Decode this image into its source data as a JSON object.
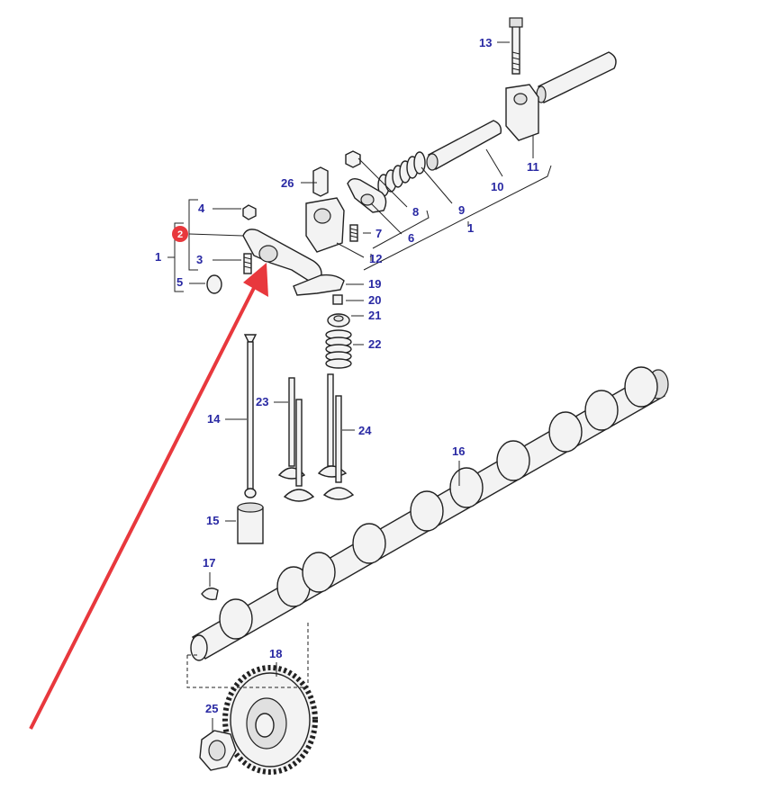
{
  "colors": {
    "label": "#2929a3",
    "highlight": "#e8383d",
    "arrow": "#e8383d",
    "line": "#222222"
  },
  "labels": {
    "p1a": "1",
    "p1b": "1",
    "p2": "2",
    "p3": "3",
    "p4": "4",
    "p5": "5",
    "p6": "6",
    "p7": "7",
    "p8": "8",
    "p9": "9",
    "p10": "10",
    "p11": "11",
    "p12": "12",
    "p13": "13",
    "p14": "14",
    "p15": "15",
    "p16": "16",
    "p17": "17",
    "p18": "18",
    "p19": "19",
    "p20": "20",
    "p21": "21",
    "p22": "22",
    "p23": "23",
    "p24": "24",
    "p25": "25",
    "p26": "26"
  },
  "highlighted_part": "2",
  "arrow_target": "rocker-arm"
}
